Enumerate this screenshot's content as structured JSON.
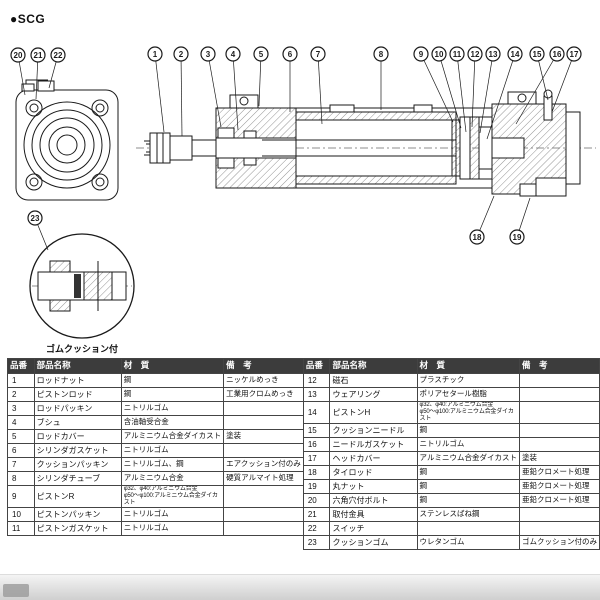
{
  "page": {
    "series_label": "●SCG",
    "detail_caption": "ゴムクッション付"
  },
  "colors": {
    "line": "#1a1a1a",
    "header_bg": "#3c3c3c",
    "header_fg": "#ffffff",
    "footer_band": "#cfcfcf"
  },
  "drawing": {
    "callouts": [
      "1",
      "2",
      "3",
      "4",
      "5",
      "6",
      "7",
      "8",
      "9",
      "10",
      "11",
      "12",
      "13",
      "14",
      "15",
      "16",
      "17",
      "18",
      "19",
      "20",
      "21",
      "22",
      "23"
    ]
  },
  "table": {
    "headers": [
      "品番",
      "部品名称",
      "材　質",
      "備　考"
    ],
    "left_rows": [
      {
        "no": "1",
        "name": "ロッドナット",
        "material": "鋼",
        "remark": "ニッケルめっき"
      },
      {
        "no": "2",
        "name": "ピストンロッド",
        "material": "鋼",
        "remark": "工業用クロムめっき"
      },
      {
        "no": "3",
        "name": "ロッドパッキン",
        "material": "ニトリルゴム",
        "remark": ""
      },
      {
        "no": "4",
        "name": "ブシュ",
        "material": "含油軸受合金",
        "remark": ""
      },
      {
        "no": "5",
        "name": "ロッドカバー",
        "material": "アルミニウム合金ダイカスト",
        "remark": "塗装"
      },
      {
        "no": "6",
        "name": "シリンダガスケット",
        "material": "ニトリルゴム",
        "remark": ""
      },
      {
        "no": "7",
        "name": "クッションパッキン",
        "material": "ニトリルゴム、鋼",
        "remark": "エアクッション付のみ"
      },
      {
        "no": "8",
        "name": "シリンダチューブ",
        "material": "アルミニウム合金",
        "remark": "硬質アルマイト処理"
      },
      {
        "no": "9",
        "name": "ピストンR",
        "material": "φ32、φ40:アルミニウム合金\nφ50～φ100:アルミニウム合金ダイカスト",
        "remark": ""
      },
      {
        "no": "10",
        "name": "ピストンパッキン",
        "material": "ニトリルゴム",
        "remark": ""
      },
      {
        "no": "11",
        "name": "ピストンガスケット",
        "material": "ニトリルゴム",
        "remark": ""
      }
    ],
    "right_rows": [
      {
        "no": "12",
        "name": "磁石",
        "material": "プラスチック",
        "remark": ""
      },
      {
        "no": "13",
        "name": "ウェアリング",
        "material": "ポリアセタール樹脂",
        "remark": ""
      },
      {
        "no": "14",
        "name": "ピストンH",
        "material": "φ32、φ40:アルミニウム合金\nφ50～φ100:アルミニウム合金ダイカスト",
        "remark": ""
      },
      {
        "no": "15",
        "name": "クッションニードル",
        "material": "鋼",
        "remark": ""
      },
      {
        "no": "16",
        "name": "ニードルガスケット",
        "material": "ニトリルゴム",
        "remark": ""
      },
      {
        "no": "17",
        "name": "ヘッドカバー",
        "material": "アルミニウム合金ダイカスト",
        "remark": "塗装"
      },
      {
        "no": "18",
        "name": "タイロッド",
        "material": "鋼",
        "remark": "亜鉛クロメート処理"
      },
      {
        "no": "19",
        "name": "丸ナット",
        "material": "鋼",
        "remark": "亜鉛クロメート処理"
      },
      {
        "no": "20",
        "name": "六角穴付ボルト",
        "material": "鋼",
        "remark": "亜鉛クロメート処理"
      },
      {
        "no": "21",
        "name": "取付金具",
        "material": "ステンレスばね鋼",
        "remark": ""
      },
      {
        "no": "22",
        "name": "スイッチ",
        "material": "",
        "remark": ""
      },
      {
        "no": "23",
        "name": "クッションゴム",
        "material": "ウレタンゴム",
        "remark": "ゴムクッション付のみ"
      }
    ]
  }
}
